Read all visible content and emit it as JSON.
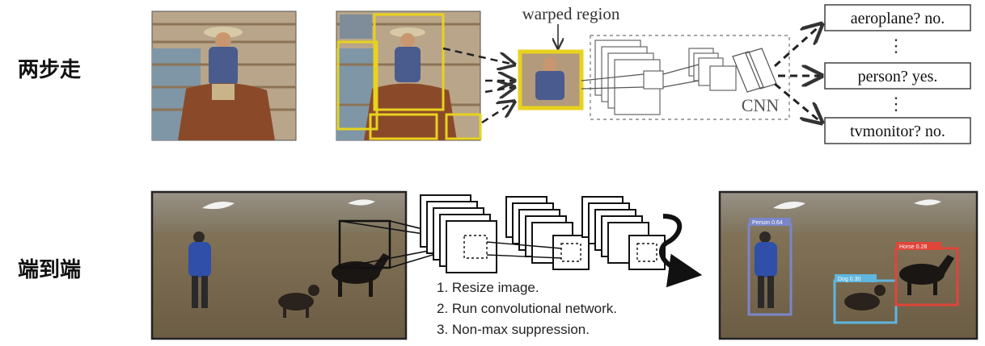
{
  "labels": {
    "two_stage": "两步走",
    "end_to_end": "端到端"
  },
  "rcnn": {
    "warped_region_label": "warped region",
    "cnn_label": "CNN",
    "classes": [
      {
        "text": "aeroplane? no."
      },
      {
        "text": "person? yes."
      },
      {
        "text": "tvmonitor? no."
      }
    ],
    "ellipsis": "⋮"
  },
  "yolo": {
    "steps": [
      "1. Resize image.",
      "2. Run convolutional network.",
      "3. Non-max suppression."
    ],
    "detections": [
      {
        "label": "Person 0.64",
        "color": "#7b86c9"
      },
      {
        "label": "Dog 0.30",
        "color": "#5fb6de"
      },
      {
        "label": "Horse 0.28",
        "color": "#e0453a"
      }
    ]
  },
  "colors": {
    "region_box": "#e8d21e",
    "sky": "#8e8a82",
    "field": "#7a6a50",
    "barn_wood": "#b9a58a"
  }
}
